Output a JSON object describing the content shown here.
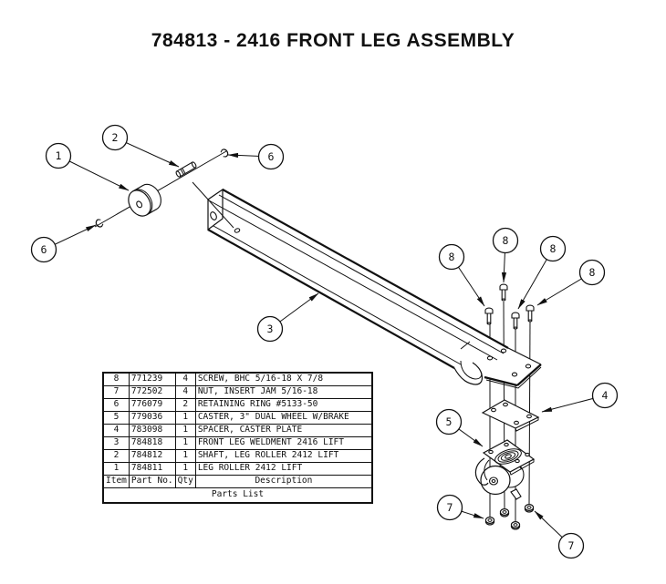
{
  "title": "784813 - 2416 FRONT LEG ASSEMBLY",
  "colors": {
    "ink": "#111111",
    "bg": "#ffffff"
  },
  "callouts": [
    {
      "label": "1"
    },
    {
      "label": "2"
    },
    {
      "label": "6"
    },
    {
      "label": "6"
    },
    {
      "label": "3"
    },
    {
      "label": "8"
    },
    {
      "label": "8"
    },
    {
      "label": "8"
    },
    {
      "label": "8"
    },
    {
      "label": "4"
    },
    {
      "label": "5"
    },
    {
      "label": "7"
    },
    {
      "label": "7"
    }
  ],
  "parts_list": {
    "footer": "Parts List",
    "columns": [
      "Item",
      "Part No.",
      "Qty",
      "Description"
    ],
    "rows": [
      {
        "item": "8",
        "part_no": "771239",
        "qty": "4",
        "description": "SCREW, BHC 5/16-18 X 7/8"
      },
      {
        "item": "7",
        "part_no": "772502",
        "qty": "4",
        "description": "NUT, INSERT JAM 5/16-18"
      },
      {
        "item": "6",
        "part_no": "776079",
        "qty": "2",
        "description": "RETAINING RING #5133-50"
      },
      {
        "item": "5",
        "part_no": "779036",
        "qty": "1",
        "description": "CASTER, 3\" DUAL WHEEL W/BRAKE"
      },
      {
        "item": "4",
        "part_no": "783098",
        "qty": "1",
        "description": "SPACER, CASTER PLATE"
      },
      {
        "item": "3",
        "part_no": "784818",
        "qty": "1",
        "description": "FRONT LEG WELDMENT 2416 LIFT"
      },
      {
        "item": "2",
        "part_no": "784812",
        "qty": "1",
        "description": "SHAFT, LEG ROLLER 2412 LIFT"
      },
      {
        "item": "1",
        "part_no": "784811",
        "qty": "1",
        "description": "LEG ROLLER 2412 LIFT"
      }
    ]
  }
}
